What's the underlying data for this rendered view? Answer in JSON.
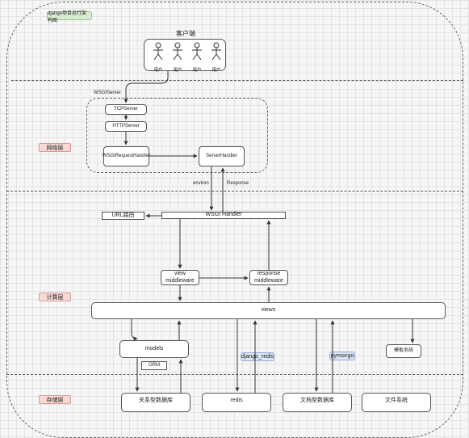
{
  "title_tag": "django项目运行架构图",
  "client": {
    "title": "客户端",
    "users": [
      "用户",
      "用户",
      "用户",
      "用户"
    ]
  },
  "layers": {
    "network": "网络层",
    "compute": "计算层",
    "storage": "存储层"
  },
  "wsgi_server": {
    "label": "WSGIServer",
    "tcp": "TCPServer",
    "http": "HTTPServer",
    "request_handler": "WSGIRequestHandler",
    "server_handler": "ServerHandler"
  },
  "flow": {
    "environ": "environ",
    "response": "Response"
  },
  "compute": {
    "wsgi_handler": "WSGI Handler",
    "url": "URL路由",
    "view_mw": "view\nmiddleware",
    "response_mw": "response\nmiddleware",
    "views": "views",
    "models": "models",
    "orm": "ORM",
    "django_redis": "django_redis",
    "pymongo": "pymongo",
    "template": "模板系统"
  },
  "storage": {
    "rdb": "关系型数据库",
    "redis": "redis",
    "docdb": "文档型数据库",
    "fs": "文件系统"
  }
}
